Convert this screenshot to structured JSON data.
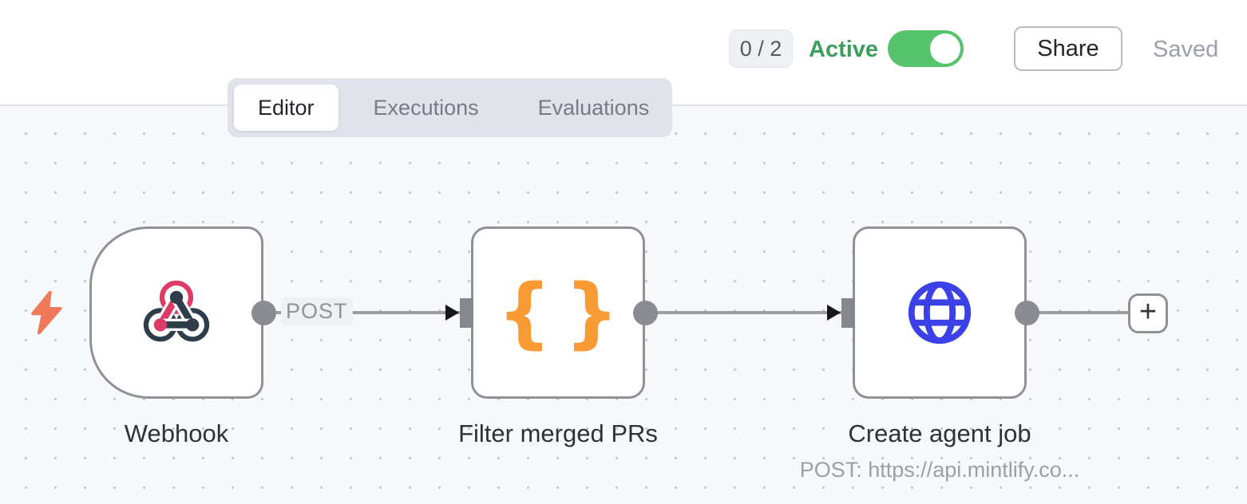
{
  "header": {
    "counter": "0 / 2",
    "active_label": "Active",
    "active_state": "on",
    "share_label": "Share",
    "saved_label": "Saved"
  },
  "tabs": [
    {
      "label": "Editor",
      "active": true
    },
    {
      "label": "Executions",
      "active": false
    },
    {
      "label": "Evaluations",
      "active": false
    }
  ],
  "canvas": {
    "nodes": [
      {
        "id": "webhook",
        "label": "Webhook",
        "icon": "webhook-icon",
        "shape": "trigger"
      },
      {
        "id": "filter-merged-prs",
        "label": "Filter merged PRs",
        "icon": "code-icon",
        "shape": "square",
        "icon_glyph_open": "{",
        "icon_glyph_close": "}"
      },
      {
        "id": "create-agent-job",
        "label": "Create agent job",
        "icon": "globe-icon",
        "shape": "square",
        "sublabel": "POST: https://api.mintlify.co..."
      }
    ],
    "connections": [
      {
        "from": "webhook",
        "to": "filter-merged-prs",
        "label": "POST"
      },
      {
        "from": "filter-merged-prs",
        "to": "create-agent-job",
        "label": ""
      }
    ],
    "add_button_label": "+"
  },
  "colors": {
    "toggle_green": "#57c36c",
    "active_text_green": "#3d9e5c",
    "webhook_pink": "#dd3a66",
    "webhook_slate": "#2e3d4a",
    "code_orange": "#f89b35",
    "globe_blue": "#3b41e6",
    "zap_coral": "#f0795a",
    "node_border_gray": "#8f9197",
    "connection_gray": "#9b9da1",
    "canvas_bg": "#f7f8fa"
  }
}
